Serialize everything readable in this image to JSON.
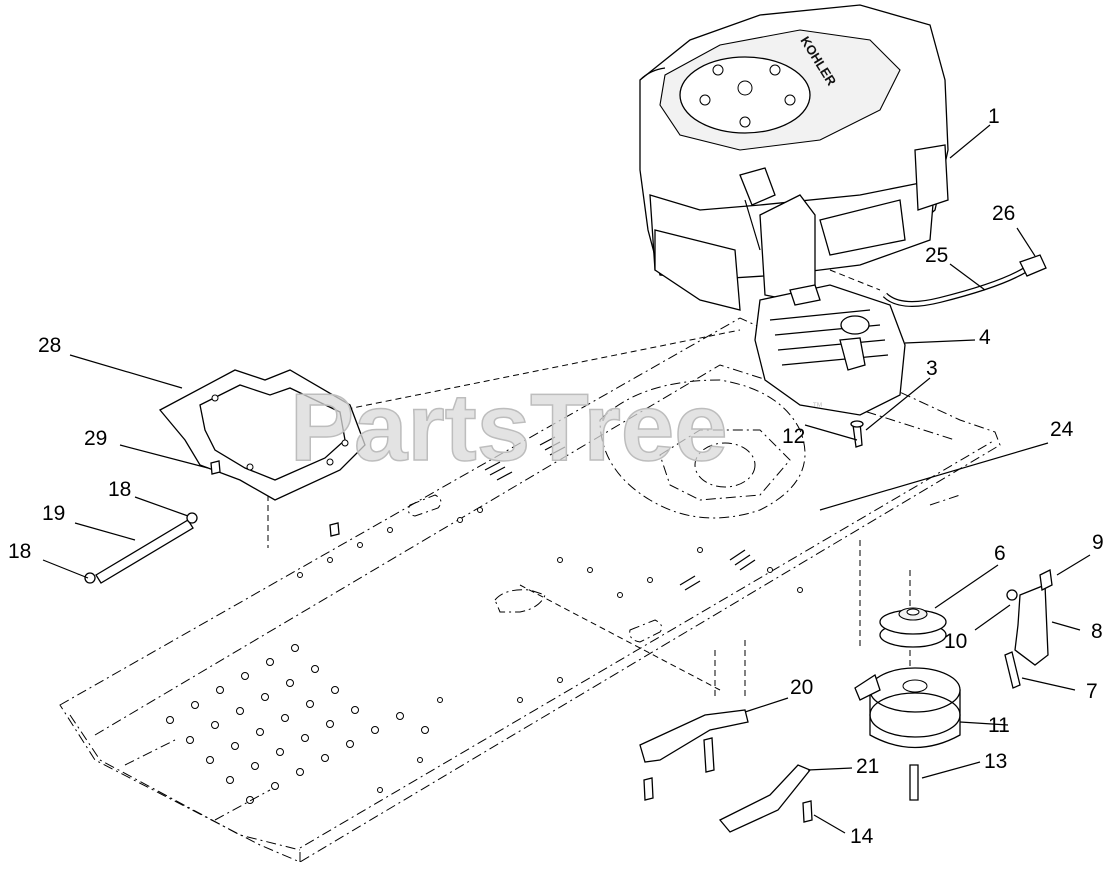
{
  "watermark": {
    "text": "PartsTree",
    "trademark": "™"
  },
  "engine_brand": "KOHLER",
  "callouts": [
    {
      "id": "c1",
      "text": "1"
    },
    {
      "id": "c3",
      "text": "3"
    },
    {
      "id": "c4",
      "text": "4"
    },
    {
      "id": "c6",
      "text": "6"
    },
    {
      "id": "c7",
      "text": "7"
    },
    {
      "id": "c8",
      "text": "8"
    },
    {
      "id": "c9",
      "text": "9"
    },
    {
      "id": "c10",
      "text": "10"
    },
    {
      "id": "c11",
      "text": "11"
    },
    {
      "id": "c12",
      "text": "12"
    },
    {
      "id": "c13",
      "text": "13"
    },
    {
      "id": "c14",
      "text": "14"
    },
    {
      "id": "c18a",
      "text": "18"
    },
    {
      "id": "c18b",
      "text": "18"
    },
    {
      "id": "c19",
      "text": "19"
    },
    {
      "id": "c20",
      "text": "20"
    },
    {
      "id": "c21",
      "text": "21"
    },
    {
      "id": "c24",
      "text": "24"
    },
    {
      "id": "c25",
      "text": "25"
    },
    {
      "id": "c26",
      "text": "26"
    },
    {
      "id": "c28",
      "text": "28"
    },
    {
      "id": "c29",
      "text": "29"
    }
  ]
}
